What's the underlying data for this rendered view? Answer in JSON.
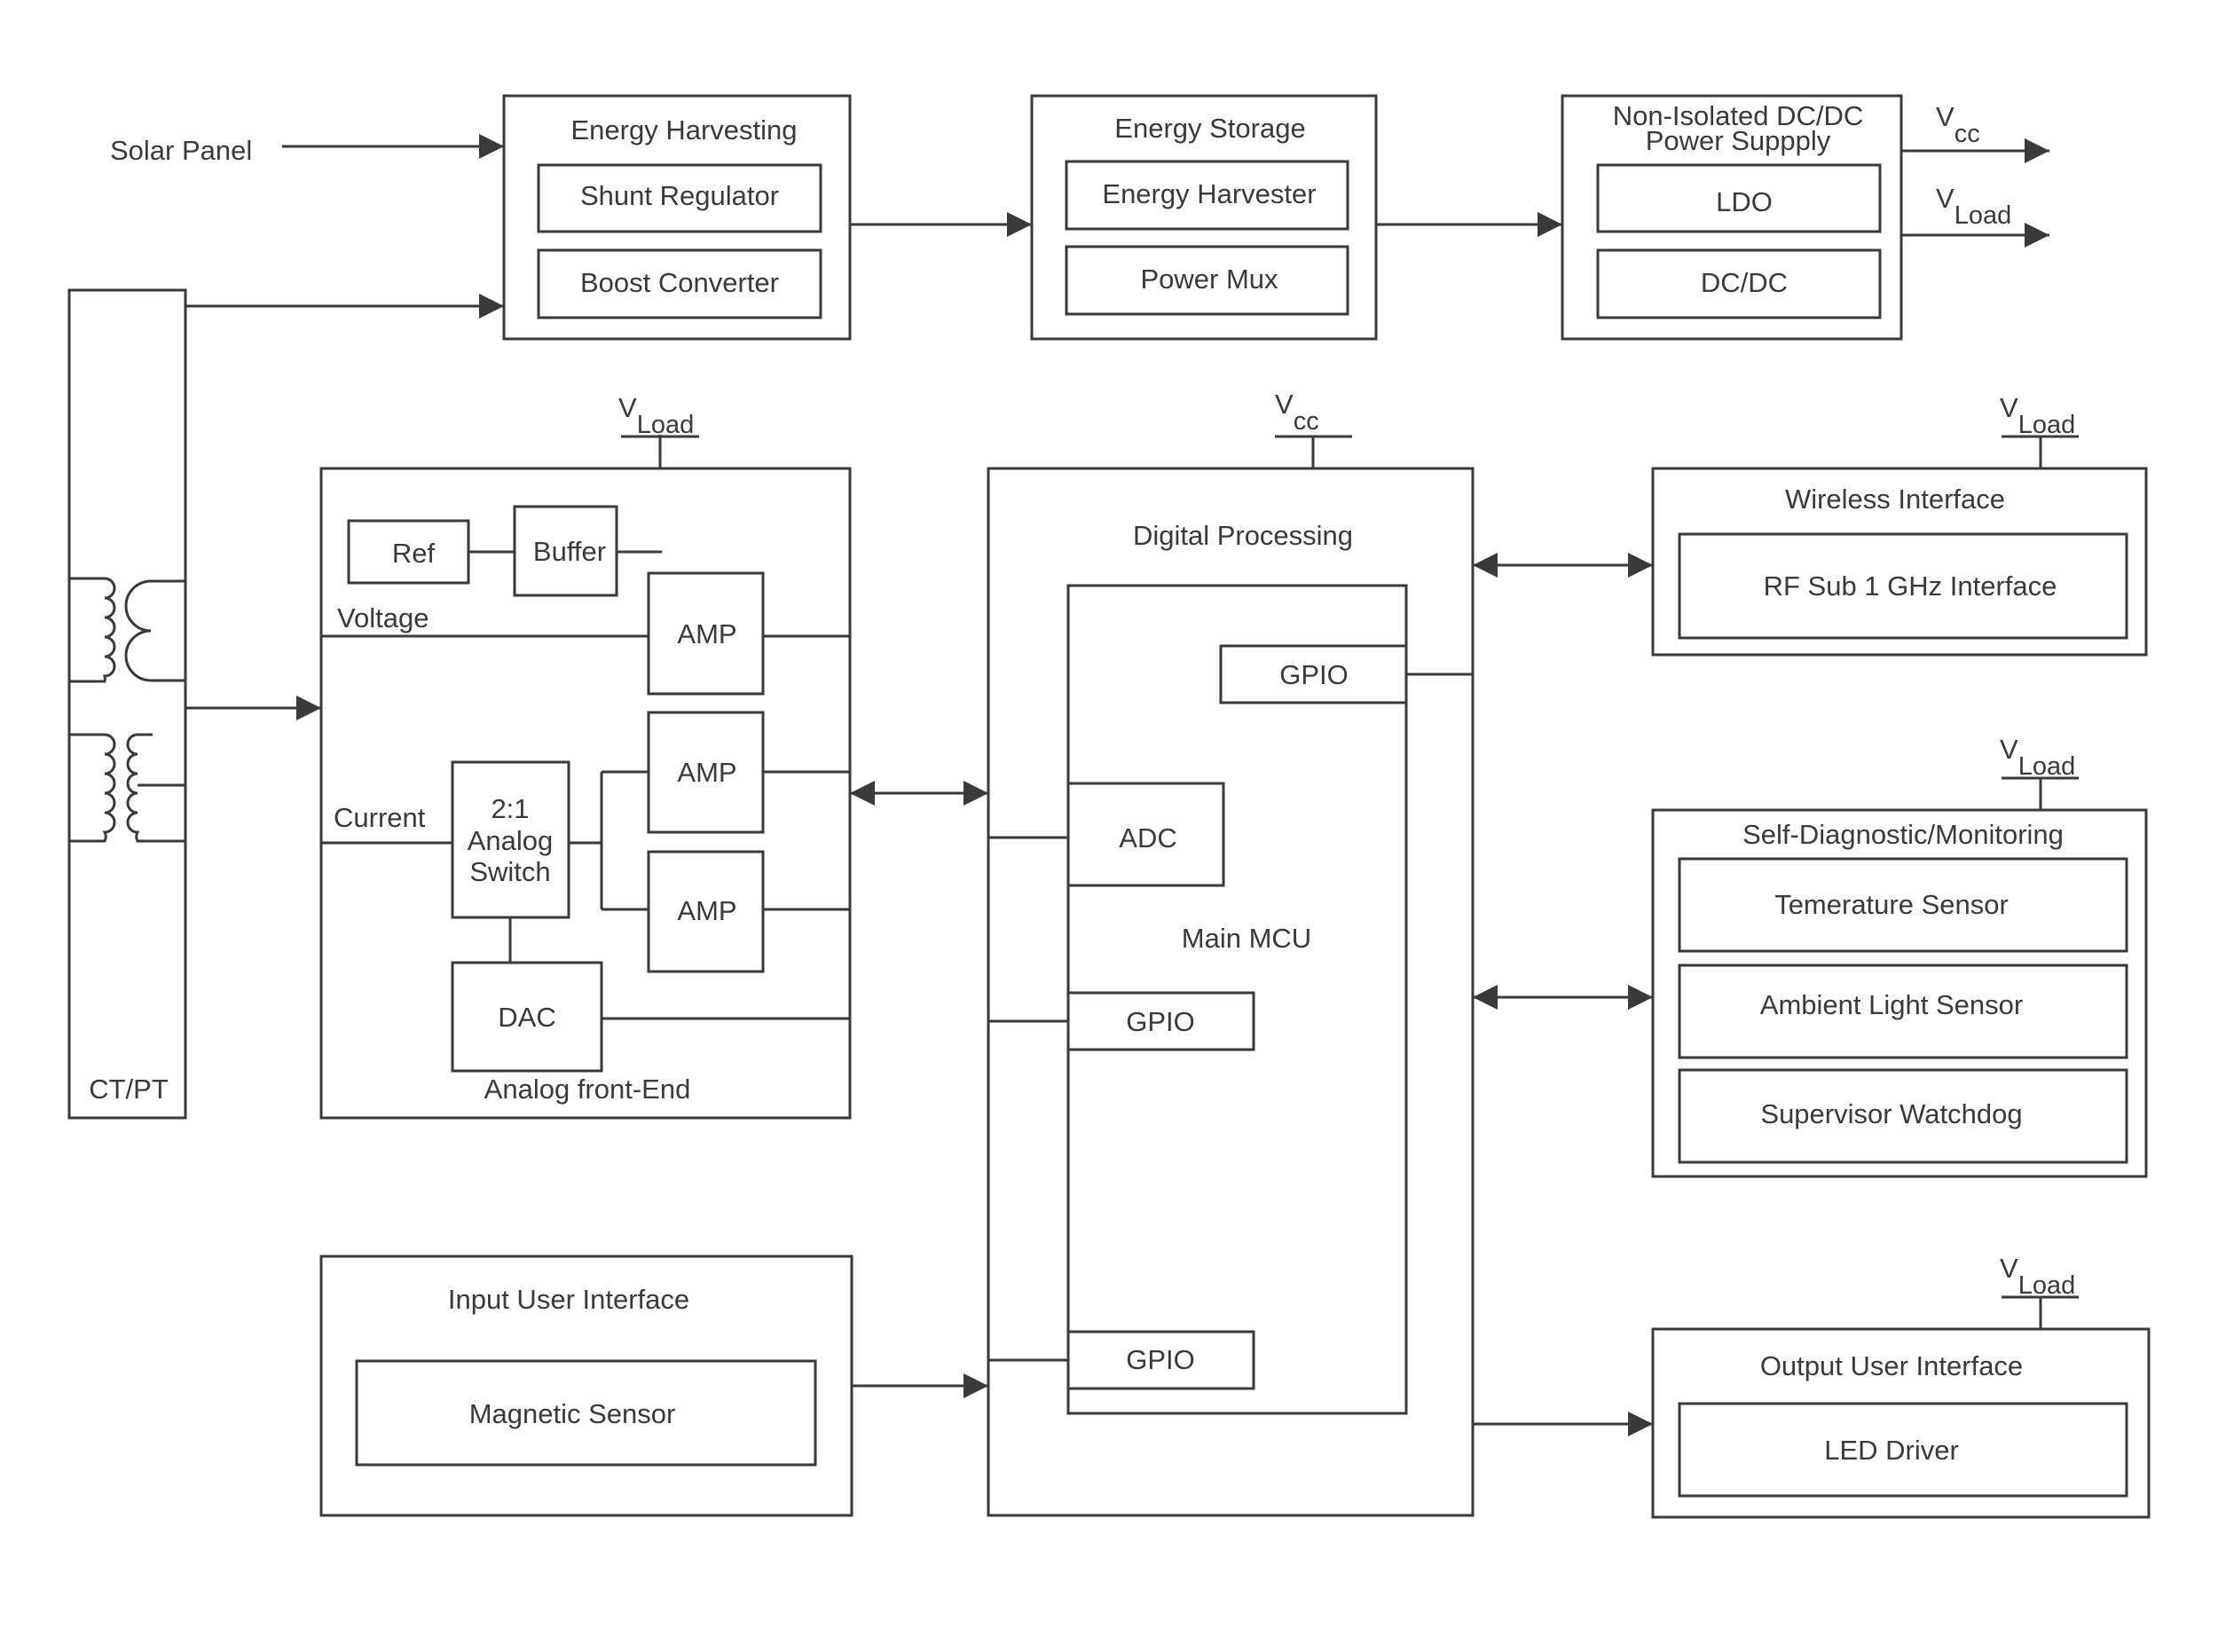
{
  "diagram": {
    "inputs": {
      "solar_panel": "Solar Panel",
      "ct_pt": "CT/PT"
    },
    "energy_harvesting": {
      "title": "Energy Harvesting",
      "items": [
        "Shunt Regulator",
        "Boost Converter"
      ]
    },
    "energy_storage": {
      "title": "Energy Storage",
      "items": [
        "Energy Harvester",
        "Power Mux"
      ]
    },
    "power_supply": {
      "title_line1": "Non-Isolated DC/DC",
      "title_line2": "Power Suppply",
      "items": [
        "LDO",
        "DC/DC"
      ]
    },
    "rails": {
      "v": "V",
      "cc": "cc",
      "load": "Load"
    },
    "analog_front_end": {
      "title": "Analog front-End",
      "ref": "Ref",
      "buffer": "Buffer",
      "voltage": "Voltage",
      "current": "Current",
      "amp": "AMP",
      "switch_lines": [
        "2:1",
        "Analog",
        "Switch"
      ],
      "dac": "DAC"
    },
    "digital_processing": {
      "title": "Digital Processing",
      "mcu": "Main MCU",
      "adc": "ADC",
      "gpio": "GPIO"
    },
    "input_ui": {
      "title": "Input User Interface",
      "sensor": "Magnetic Sensor"
    },
    "wireless": {
      "title": "Wireless Interface",
      "rf": "RF Sub 1 GHz Interface"
    },
    "self_diagnostic": {
      "title": "Self-Diagnostic/Monitoring",
      "items": [
        "Temerature Sensor",
        "Ambient Light Sensor",
        "Supervisor Watchdog"
      ]
    },
    "output_ui": {
      "title": "Output User Interface",
      "driver": "LED Driver"
    }
  }
}
